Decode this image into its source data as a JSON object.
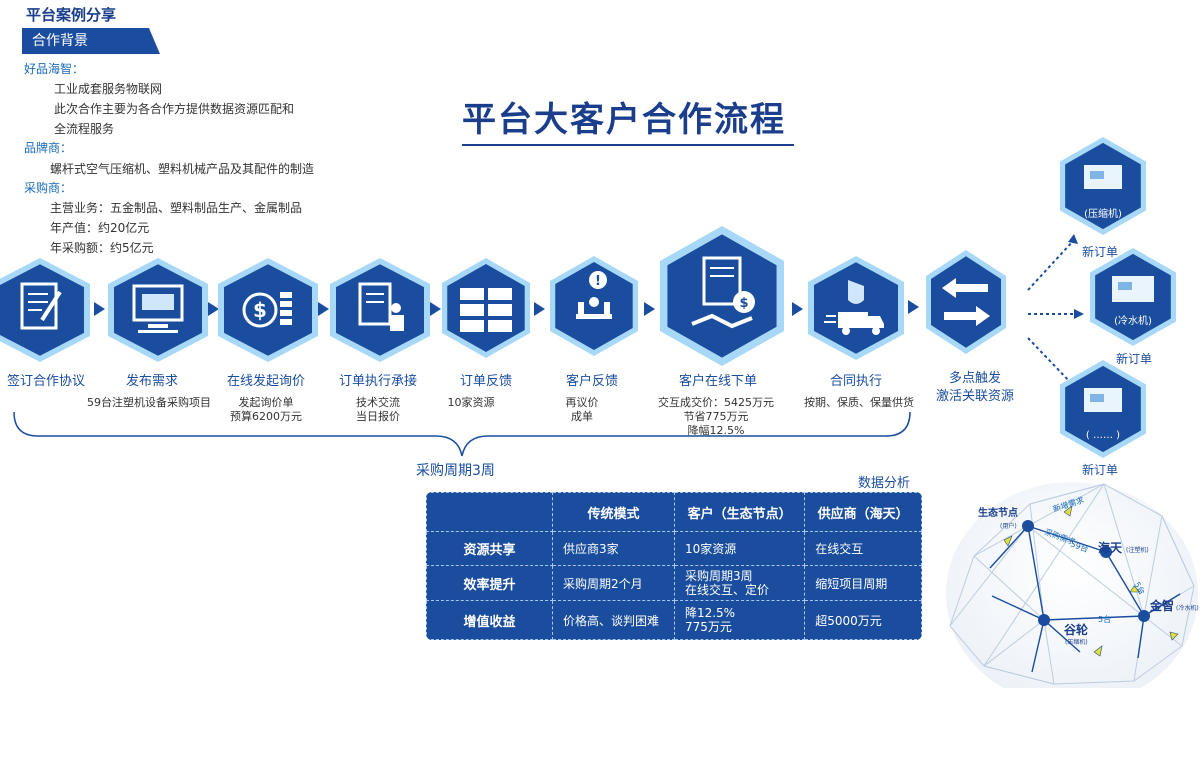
{
  "header": {
    "case_title": "平台案例分享",
    "bg_tag": "合作背景",
    "main_title": "平台大客户合作流程"
  },
  "background": {
    "sec1_label": "好品海智：",
    "sec1_lines": [
      "工业成套服务物联网",
      "此次合作主要为各合作方提供数据资源匹配和",
      "全流程服务"
    ],
    "sec2_label": "品牌商：",
    "sec2_lines": [
      "螺杆式空气压缩机、塑料机械产品及其配件的制造"
    ],
    "sec3_label": "采购商：",
    "sec3_lines": [
      "主营业务：五金制品、塑料制品生产、金属制品",
      "年产值：约20亿元",
      "年采购额：约5亿元"
    ]
  },
  "steps": [
    {
      "label": "签订合作协议",
      "sub": ""
    },
    {
      "label": "发布需求",
      "sub": "59台注塑机设备采购项目"
    },
    {
      "label": "在线发起询价",
      "sub": "发起询价单\n预算6200万元"
    },
    {
      "label": "订单执行承接",
      "sub": "技术交流\n当日报价"
    },
    {
      "label": "订单反馈",
      "sub": "10家资源"
    },
    {
      "label": "客户反馈",
      "sub": "再议价\n成单"
    },
    {
      "label": "客户在线下单",
      "sub": "交互成交价：5425万元\n节省775万元\n降幅12.5%"
    },
    {
      "label": "合同执行",
      "sub": "按期、保质、保量供货"
    },
    {
      "label": "多点触发\n激活关联资源",
      "sub": ""
    }
  ],
  "cycle": "采购周期3周",
  "new_orders": [
    {
      "item": "(压缩机)",
      "label": "新订单"
    },
    {
      "item": "(冷水机)",
      "label": "新订单"
    },
    {
      "item": "( …… )",
      "label": "新订单"
    }
  ],
  "data_analysis": "数据分析",
  "table": {
    "headers": [
      "",
      "传统模式",
      "客户（生态节点）",
      "供应商（海天）"
    ],
    "rows": [
      {
        "name": "资源共享",
        "c1": "供应商3家",
        "c2": "10家资源",
        "c3": "在线交互"
      },
      {
        "name": "效率提升",
        "c1": "采购周期2个月",
        "c2": "采购周期3周\n在线交互、定价",
        "c3": "缩短项目周期"
      },
      {
        "name": "增值收益",
        "c1": "价格高、谈判困难",
        "c2": "降12.5%\n775万元",
        "c3": "超5000万元"
      }
    ]
  },
  "network": {
    "node_eco": "生态节点",
    "node_eco_sub": "(用户)",
    "node_haitian": "海天",
    "node_haitian_sub": "(注塑机)",
    "node_jinzhi": "金智",
    "node_jinzhi_sub": "(冷水机)",
    "node_gulun": "谷轮",
    "node_gulun_sub": "(压缩机)",
    "link_1": "新增需求",
    "link_2": "采购需求",
    "link_3": "59台",
    "link_4": "5台",
    "link_5": "5台"
  }
}
